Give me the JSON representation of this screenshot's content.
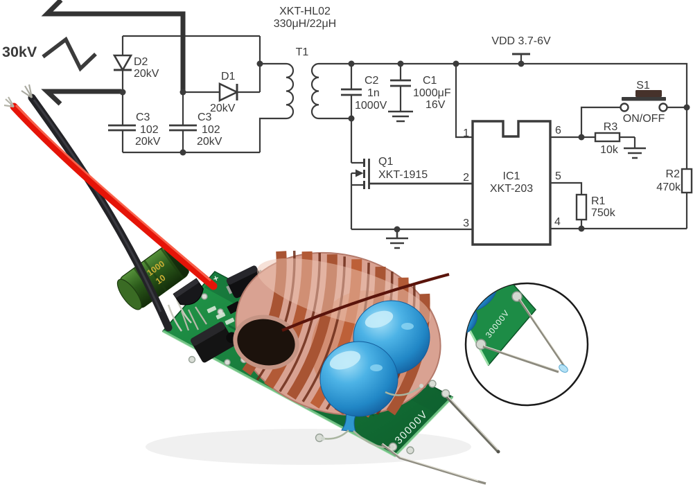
{
  "schematic": {
    "hv_output": {
      "voltage": "30kV"
    },
    "transformer": {
      "ref": "T1",
      "part": "XKT-HL02",
      "inductance": "330μH/22μH"
    },
    "power_rail": {
      "label": "VDD 3.7-6V"
    },
    "diodes": {
      "d1": {
        "ref": "D1",
        "rating": "20kV"
      },
      "d2": {
        "ref": "D2",
        "rating": "20kV"
      }
    },
    "capacitors": {
      "c3a": {
        "ref": "C3",
        "code": "102",
        "rating": "20kV"
      },
      "c3b": {
        "ref": "C3",
        "code": "102",
        "rating": "20kV"
      },
      "c2": {
        "ref": "C2",
        "value": "1n",
        "rating": "1000V"
      },
      "c1": {
        "ref": "C1",
        "value": "1000μF",
        "rating": "16V"
      }
    },
    "transistor": {
      "ref": "Q1",
      "part": "XKT-1915"
    },
    "ic": {
      "ref": "IC1",
      "part": "XKT-203",
      "pins": [
        "1",
        "2",
        "3",
        "4",
        "5",
        "6"
      ]
    },
    "resistors": {
      "r1": {
        "ref": "R1",
        "value": "750k"
      },
      "r2": {
        "ref": "R2",
        "value": "470k"
      },
      "r3": {
        "ref": "R3",
        "value": "10k"
      }
    },
    "switch": {
      "ref": "S1",
      "label": "ON/OFF"
    }
  },
  "photo": {
    "pcb_marking": "30000V",
    "inset_marking": "30000V",
    "ecap_line1": "1000",
    "ecap_line2": "10",
    "silkscreen_plus": "+"
  },
  "colors": {
    "line": "#3b3b3b",
    "electrode": "#333333",
    "pcb_green": "#1c8a42",
    "cap_blue": "#2b94cf",
    "wire_red": "#e51408",
    "wire_black": "#232327",
    "coil_copper": "#a85433",
    "coil_tape": "#d9a292"
  }
}
